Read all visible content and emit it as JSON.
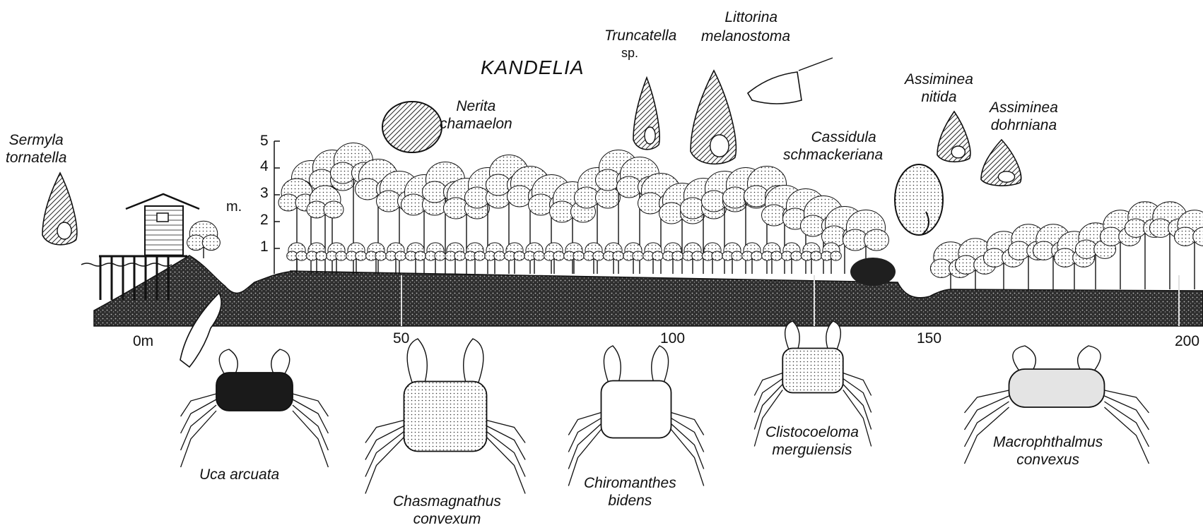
{
  "zone_title": "KANDELIA",
  "scale": {
    "unit": "m.",
    "y_ticks": [
      "5",
      "4",
      "3",
      "2",
      "1"
    ],
    "x_ticks": [
      "0m",
      "50",
      "100",
      "150",
      "200"
    ]
  },
  "snails": {
    "sermyla": [
      "Sermyla",
      "tornatella"
    ],
    "nerita": [
      "Nerita",
      "chamaelon"
    ],
    "truncatella": [
      "Truncatella",
      "sp."
    ],
    "littorina": [
      "Littorina",
      "melanostoma"
    ],
    "cassidula": [
      "Cassidula",
      "schmackeriana"
    ],
    "assiminea_nitida": [
      "Assiminea",
      "nitida"
    ],
    "assiminea_dohrniana": [
      "Assiminea",
      "dohrniana"
    ]
  },
  "crabs": {
    "uca": [
      "Uca arcuata"
    ],
    "chasmagnathus": [
      "Chasmagnathus",
      "convexum"
    ],
    "chiromanthes": [
      "Chiromanthes",
      "bidens"
    ],
    "clistocoeloma": [
      "Clistocoeloma",
      "merguiensis"
    ],
    "macrophthalmus": [
      "Macrophthalmus",
      "convexus"
    ]
  },
  "colors": {
    "ink": "#111111",
    "ground": "#3a3a3a",
    "background": "#ffffff"
  }
}
